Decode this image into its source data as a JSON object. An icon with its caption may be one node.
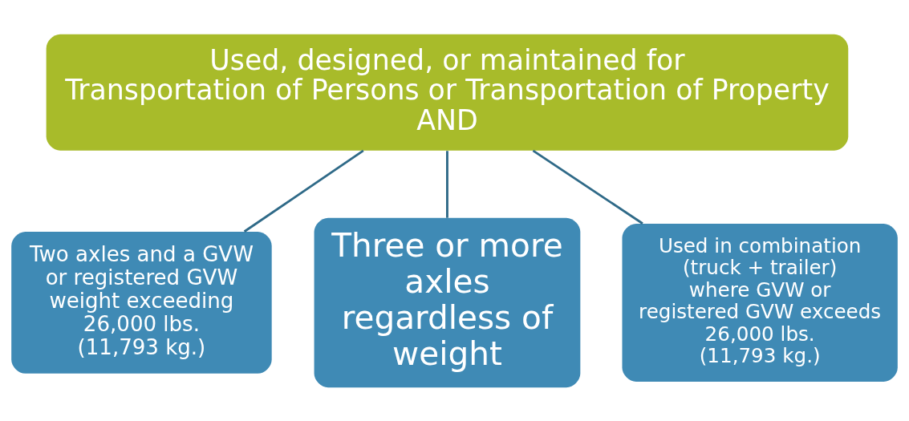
{
  "diagram": {
    "nodes": [
      {
        "text": [
          "Used, designed, or maintained for",
          "Transportation of Persons or Transportation of Property",
          "AND"
        ]
      },
      {
        "text": [
          "Two axles and a GVW or registered GVW weight exceeding 26,000 lbs.",
          "(11,793 kg.)"
        ]
      },
      {
        "text": [
          "Three or more axles regardless of weight"
        ]
      },
      {
        "text": [
          "Used in combination (truck + trailer) where GVW or registered GVW exceeds 26,000 lbs.",
          "(11,793 kg.)"
        ]
      }
    ],
    "edges": [
      {
        "from": 0,
        "to": 1,
        "arrow": "none"
      },
      {
        "from": 0,
        "to": 2,
        "arrow": "none"
      },
      {
        "from": 0,
        "to": 3,
        "arrow": "none"
      }
    ]
  }
}
